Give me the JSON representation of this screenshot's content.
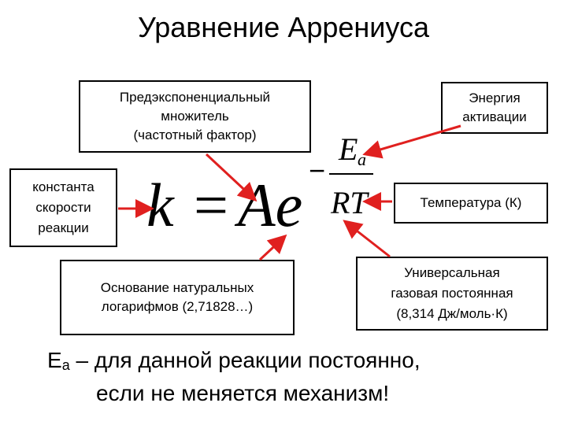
{
  "title": "Уравнение Аррениуса",
  "labels": {
    "preexponential": [
      "Предэкспоненциальный",
      "множитель",
      "(частотный фактор)"
    ],
    "activation_energy": [
      "Энергия",
      "активации"
    ],
    "rate_constant": [
      "константа",
      "скорости",
      "реакции"
    ],
    "temperature": [
      "Температура (К)"
    ],
    "natural_log_base": [
      "Основание натуральных",
      "логарифмов (2,71828…)"
    ],
    "gas_constant": [
      "Универсальная",
      "газовая постоянная",
      "(8,314 Дж/моль·К)"
    ]
  },
  "formula": {
    "k": "k",
    "equals": "=",
    "Ae": "Ae",
    "minus": "−",
    "E": "E",
    "a": "a",
    "RT": "RT"
  },
  "note": {
    "symbol": "E",
    "subscript": "a",
    "line1_rest": " – для данной реакции постоянно,",
    "line2": "если не меняется механизм!"
  },
  "colors": {
    "arrow": "#e0201f",
    "border": "#000000",
    "text": "#000000"
  }
}
